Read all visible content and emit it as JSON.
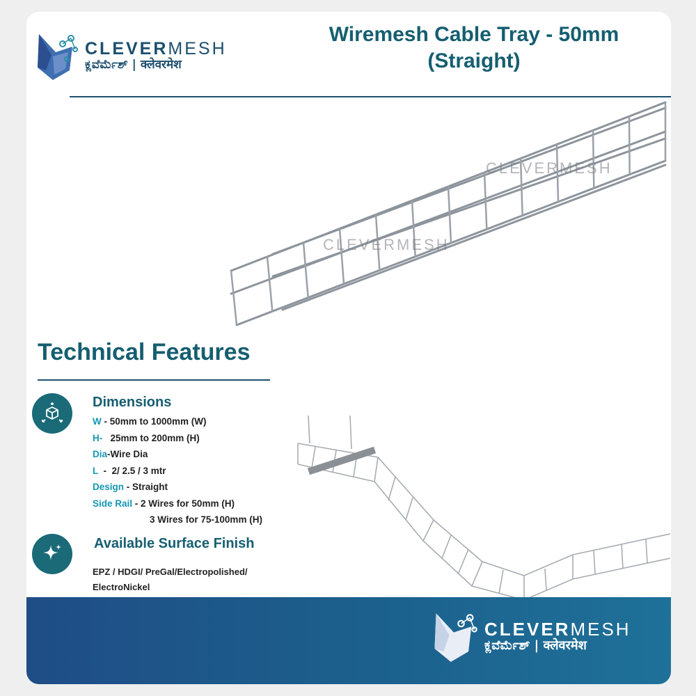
{
  "header": {
    "title_line1": "Wiremesh Cable Tray - 50mm",
    "title_line2": "(Straight)"
  },
  "logo": {
    "brand_bold": "CLEVER",
    "brand_light": "MESH",
    "sub_kannada": "ಕ್ಲವೆರ್ಮೆಶ್",
    "separator": "|",
    "sub_hindi": "क्लेवरमेश"
  },
  "watermark": "CLEVERMESH",
  "technical": {
    "title": "Technical Features",
    "dimensions": {
      "heading": "Dimensions",
      "rows": [
        {
          "key": "W",
          "value": " - 50mm to 1000mm (W)"
        },
        {
          "key": "H-",
          "value": "   25mm to 200mm (H)"
        },
        {
          "key": "Dia",
          "value": "-Wire Dia"
        },
        {
          "key": "L",
          "value": "  -  2/ 2.5 / 3 mtr"
        },
        {
          "key": "Design",
          "value": " - Straight"
        },
        {
          "key": "Side Rail",
          "value": " - 2 Wires for 50mm (H)"
        }
      ],
      "extra_row": "3 Wires for 75-100mm (H)"
    },
    "surface": {
      "heading": "Available Surface Finish",
      "text": "EPZ / HDGI/ PreGal/Electropolished/ ElectroNickel"
    }
  },
  "icons": {
    "dimensions": "cube-dimensions-icon",
    "surface": "sparkle-icon"
  },
  "colors": {
    "brand": "#1d4f6e",
    "accent": "#1497b3",
    "heading": "#155e70",
    "footer": "#1f5a8c"
  }
}
